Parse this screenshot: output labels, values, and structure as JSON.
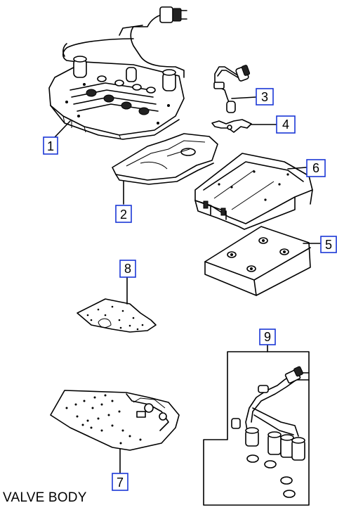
{
  "caption": "VALVE BODY",
  "callouts": [
    {
      "id": "callout-1",
      "label": "1"
    },
    {
      "id": "callout-2",
      "label": "2"
    },
    {
      "id": "callout-3",
      "label": "3"
    },
    {
      "id": "callout-4",
      "label": "4"
    },
    {
      "id": "callout-5",
      "label": "5"
    },
    {
      "id": "callout-6",
      "label": "6"
    },
    {
      "id": "callout-7",
      "label": "7"
    },
    {
      "id": "callout-8",
      "label": "8"
    },
    {
      "id": "callout-9",
      "label": "9"
    }
  ],
  "colors": {
    "callout_border": "#1a37d6",
    "ink": "#000000",
    "background": "#ffffff"
  }
}
